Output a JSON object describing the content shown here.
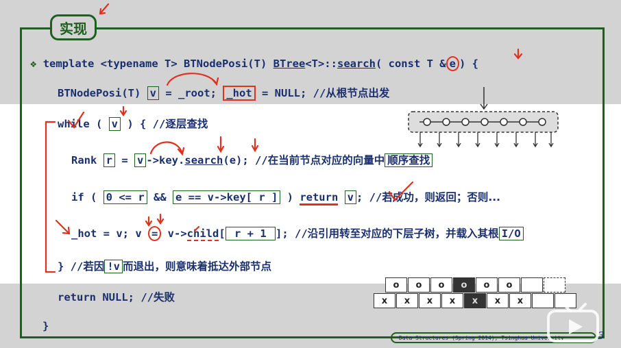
{
  "slide": {
    "title": "实现",
    "code": {
      "l1": {
        "bullet": "❖",
        "part1": "template <typename T> BTNodePosi(T) ",
        "btree": "BTree",
        "part2": "<T>::",
        "search": "search",
        "part3": "( const T &",
        "param_e": "e",
        "part4": ") {"
      },
      "l2": {
        "part1": "BTNodePosi(T) ",
        "v": "v",
        "part2": " = _root; ",
        "hot": "_hot",
        "part3": " = NULL; //",
        "comment": "从根节点出发"
      },
      "l3": {
        "part1": "while ( ",
        "v": "v",
        "part2": " ) { //",
        "comment": "逐层查找"
      },
      "l4": {
        "part1": "Rank ",
        "r": "r",
        "part2": " = ",
        "v": "v",
        "part3": "->key.",
        "search": "search",
        "part4": "(e); //",
        "comment": "在当前节点对应的向量中",
        "boxed": "顺序查找"
      },
      "l5": {
        "part1": "if ( ",
        "cond1": "0 <= r",
        "part2": " && ",
        "cond2": "e == v->key[ r ]",
        "part3": " ) ",
        "ret": "return",
        "sp": " ",
        "v": "v",
        "part4": "; //",
        "comment": "若成功，则返回；否则..."
      },
      "l6": {
        "part1": "_hot = v; v ",
        "eq": "=",
        "part2": " v->",
        "child": "child",
        "part3": "[",
        "idx": " r + 1 ",
        "part4": "]; //",
        "comment": "沿引用转至对应的下层子树，并载入其根",
        "io": "I/O"
      },
      "l7": {
        "part1": "} //",
        "comment1": "若因",
        "notv": "!v",
        "comment2": "而退出，则意味着抵达外部节点"
      },
      "l8": {
        "part1": "return NULL; //",
        "comment": "失败"
      },
      "l9": {
        "part1": "}"
      }
    },
    "footer": "Data Structures (Spring 2014), Tsinghua University",
    "page": "3",
    "nodes_top": [
      "o",
      "o",
      "o",
      "o",
      "o",
      "o",
      "",
      ""
    ],
    "nodes_bottom": [
      "x",
      "x",
      "x",
      "x",
      "x",
      "x",
      "x",
      "",
      ""
    ],
    "colors": {
      "accent_green": "#1e5e1e",
      "code_blue": "#1a2f6e",
      "mark_red": "#e0301e"
    }
  }
}
